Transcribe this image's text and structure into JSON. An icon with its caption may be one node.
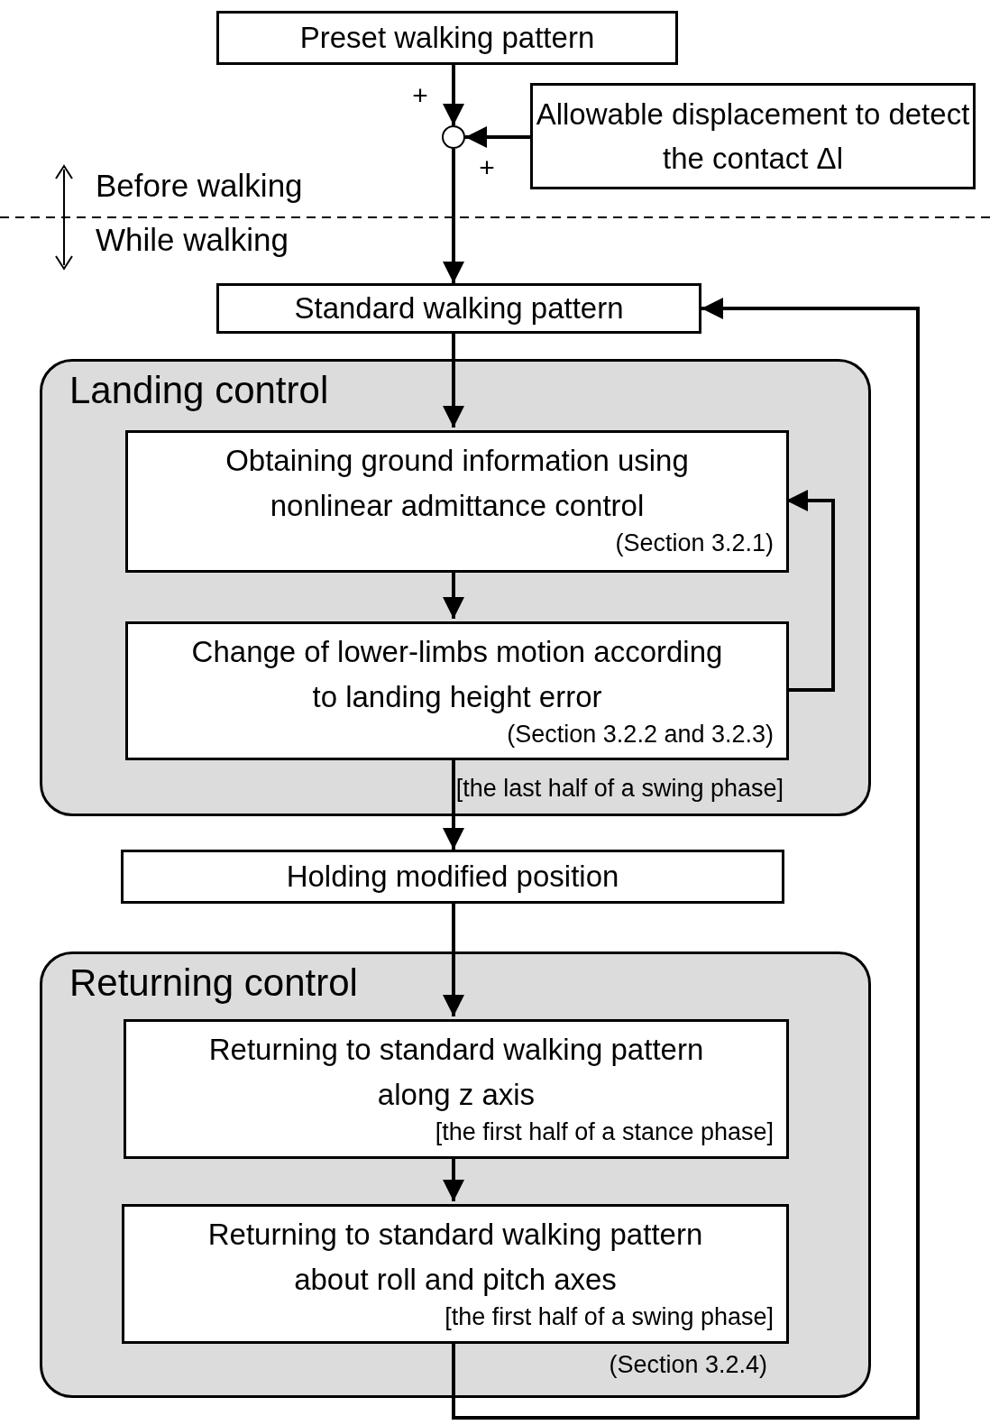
{
  "diagram": {
    "nodes": [
      {
        "text": [
          "Preset walking pattern"
        ]
      },
      {
        "text": [],
        "shape": "circle"
      },
      {
        "text": [
          "Allowable displacement to detect the contact Δl"
        ]
      },
      {
        "text": [
          "Standard walking pattern"
        ]
      },
      {
        "text": [
          "Landing control",
          "[the last half of a swing phase]"
        ]
      },
      {
        "text": [
          "Obtaining ground information using nonlinear admittance control",
          "(Section 3.2.1)"
        ],
        "in": 4
      },
      {
        "text": [
          "Change of lower-limbs motion according to landing height error",
          "(Section 3.2.2 and 3.2.3)"
        ],
        "in": 4
      },
      {
        "text": [
          "Holding modified position"
        ]
      },
      {
        "text": [
          "Returning control",
          "(Section 3.2.4)"
        ]
      },
      {
        "text": [
          "Returning to standard walking pattern along z axis",
          "[the first half of a stance phase]"
        ],
        "in": 8
      },
      {
        "text": [
          "Returning to standard walking pattern about roll and pitch axes",
          "[the first half of a swing phase]"
        ],
        "in": 8
      }
    ],
    "edges": [
      {
        "from": 0,
        "to": 1,
        "arrow": "to",
        "label": "+"
      },
      {
        "from": 2,
        "to": 1,
        "arrow": "to",
        "label": "+"
      },
      {
        "from": 1,
        "to": 3,
        "arrow": "to"
      },
      {
        "from": 3,
        "to": 5,
        "arrow": "to"
      },
      {
        "from": 5,
        "to": 6,
        "arrow": "to"
      },
      {
        "from": 6,
        "to": 5,
        "arrow": "to"
      },
      {
        "from": 6,
        "to": 7,
        "arrow": "to"
      },
      {
        "from": 7,
        "to": 9,
        "arrow": "to"
      },
      {
        "from": 9,
        "to": 10,
        "arrow": "to"
      },
      {
        "from": 10,
        "to": 3,
        "arrow": "to"
      }
    ],
    "labels": [
      "Before walking",
      "While walking"
    ]
  }
}
